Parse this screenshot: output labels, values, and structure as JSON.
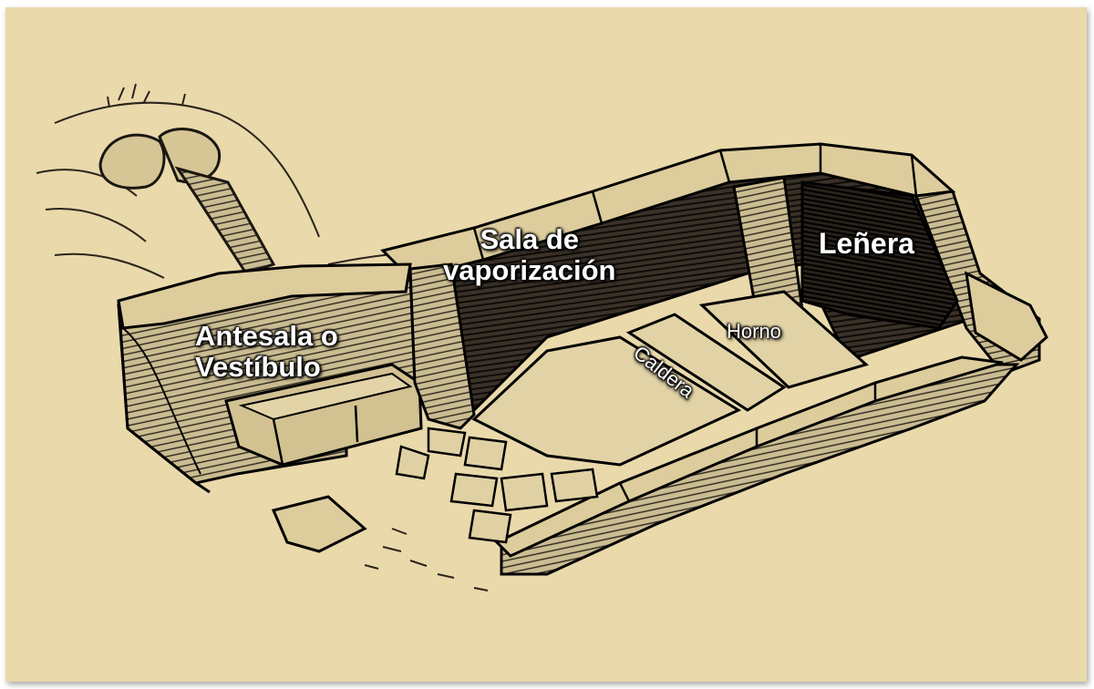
{
  "labels": {
    "antesala_line1": "Antesala o",
    "antesala_line2": "Vestíbulo",
    "sala_line1": "Sala de",
    "sala_line2": "vaporización",
    "lenera": "Leñera",
    "caldera": "Caldera",
    "horno": "Horno"
  },
  "colors": {
    "paper": "#e9d9ab",
    "ink": "#1b1712",
    "label_text": "#ffffff"
  }
}
